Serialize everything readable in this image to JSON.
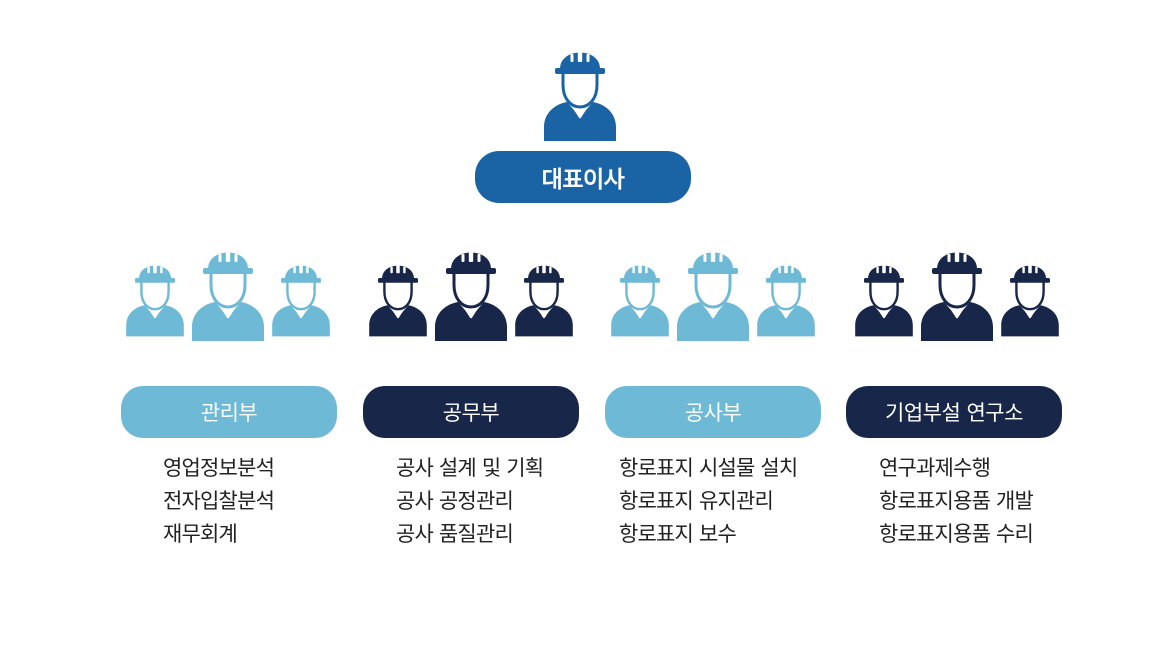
{
  "colors": {
    "ceo": "#1a64a5",
    "light": "#6db9d6",
    "dark": "#18264a"
  },
  "ceo": {
    "title": "대표이사",
    "icon": "worker-helmet-icon"
  },
  "departments": [
    {
      "name": "관리부",
      "tone": "light",
      "duties": [
        "영업정보분석",
        "전자입찰분석",
        "재무회계"
      ]
    },
    {
      "name": "공무부",
      "tone": "dark",
      "duties": [
        "공사 설계 및 기획",
        "공사 공정관리",
        "공사 품질관리"
      ]
    },
    {
      "name": "공사부",
      "tone": "light",
      "duties": [
        "항로표지 시설물 설치",
        "항로표지 유지관리",
        "항로표지 보수"
      ]
    },
    {
      "name": "기업부설 연구소",
      "tone": "dark",
      "duties": [
        "연구과제수행",
        "항로표지용품 개발",
        "항로표지용품 수리"
      ]
    }
  ]
}
